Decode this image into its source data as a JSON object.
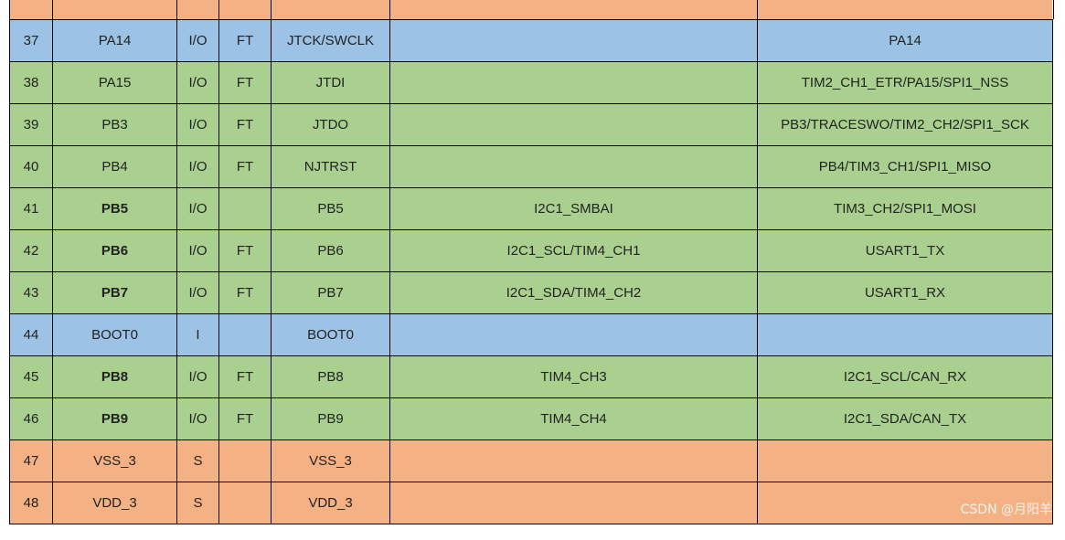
{
  "table": {
    "rows": [
      {
        "pin": "37",
        "name": "PA14",
        "type": "I/O",
        "level": "FT",
        "main": "JTCK/SWCLK",
        "default_alt": "",
        "remap": "PA14",
        "bold": false,
        "color": "blue"
      },
      {
        "pin": "38",
        "name": "PA15",
        "type": "I/O",
        "level": "FT",
        "main": "JTDI",
        "default_alt": "",
        "remap": "TIM2_CH1_ETR/PA15/SPI1_NSS",
        "bold": false,
        "color": "green"
      },
      {
        "pin": "39",
        "name": "PB3",
        "type": "I/O",
        "level": "FT",
        "main": "JTDO",
        "default_alt": "",
        "remap": "PB3/TRACESWO/TIM2_CH2/SPI1_SCK",
        "bold": false,
        "color": "green"
      },
      {
        "pin": "40",
        "name": "PB4",
        "type": "I/O",
        "level": "FT",
        "main": "NJTRST",
        "default_alt": "",
        "remap": "PB4/TIM3_CH1/SPI1_MISO",
        "bold": false,
        "color": "green"
      },
      {
        "pin": "41",
        "name": "PB5",
        "type": "I/O",
        "level": "",
        "main": "PB5",
        "default_alt": "I2C1_SMBAI",
        "remap": "TIM3_CH2/SPI1_MOSI",
        "bold": true,
        "color": "green"
      },
      {
        "pin": "42",
        "name": "PB6",
        "type": "I/O",
        "level": "FT",
        "main": "PB6",
        "default_alt": "I2C1_SCL/TIM4_CH1",
        "remap": "USART1_TX",
        "bold": true,
        "color": "green"
      },
      {
        "pin": "43",
        "name": "PB7",
        "type": "I/O",
        "level": "FT",
        "main": "PB7",
        "default_alt": "I2C1_SDA/TIM4_CH2",
        "remap": "USART1_RX",
        "bold": true,
        "color": "green"
      },
      {
        "pin": "44",
        "name": "BOOT0",
        "type": "I",
        "level": "",
        "main": "BOOT0",
        "default_alt": "",
        "remap": "",
        "bold": false,
        "color": "blue"
      },
      {
        "pin": "45",
        "name": "PB8",
        "type": "I/O",
        "level": "FT",
        "main": "PB8",
        "default_alt": "TIM4_CH3",
        "remap": "I2C1_SCL/CAN_RX",
        "bold": true,
        "color": "green"
      },
      {
        "pin": "46",
        "name": "PB9",
        "type": "I/O",
        "level": "FT",
        "main": "PB9",
        "default_alt": "TIM4_CH4",
        "remap": "I2C1_SDA/CAN_TX",
        "bold": true,
        "color": "green"
      },
      {
        "pin": "47",
        "name": "VSS_3",
        "type": "S",
        "level": "",
        "main": "VSS_3",
        "default_alt": "",
        "remap": "",
        "bold": false,
        "color": "orange"
      },
      {
        "pin": "48",
        "name": "VDD_3",
        "type": "S",
        "level": "",
        "main": "VDD_3",
        "default_alt": "",
        "remap": "",
        "bold": false,
        "color": "orange"
      }
    ]
  },
  "colors": {
    "blue": "#9cc2e5",
    "green": "#a9d08e",
    "orange": "#f4b183",
    "top_strip": "#f4b183"
  },
  "watermark": "CSDN @月阳羊"
}
